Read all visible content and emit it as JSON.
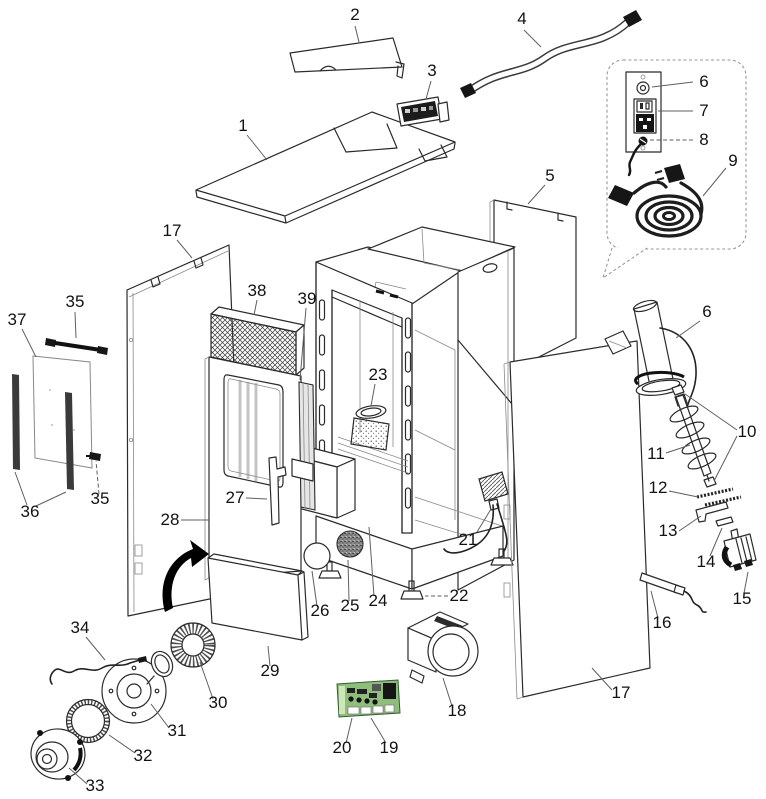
{
  "figure": {
    "kind": "exploded-parts-diagram",
    "background": "#ffffff",
    "line_color": "#2b2b2b",
    "label_color": "#121212",
    "pcb_green": "#8fbd7c"
  },
  "callouts": [
    {
      "label": "2"
    },
    {
      "label": "4"
    },
    {
      "label": "3"
    },
    {
      "label": "6"
    },
    {
      "label": "7"
    },
    {
      "label": "8"
    },
    {
      "label": "9"
    },
    {
      "label": "1"
    },
    {
      "label": "5"
    },
    {
      "label": "17"
    },
    {
      "label": "38"
    },
    {
      "label": "39"
    },
    {
      "label": "35"
    },
    {
      "label": "37"
    },
    {
      "label": "6"
    },
    {
      "label": "23"
    },
    {
      "label": "10"
    },
    {
      "label": "11"
    },
    {
      "label": "12"
    },
    {
      "label": "13"
    },
    {
      "label": "27"
    },
    {
      "label": "14"
    },
    {
      "label": "28"
    },
    {
      "label": "15"
    },
    {
      "label": "21"
    },
    {
      "label": "36"
    },
    {
      "label": "35"
    },
    {
      "label": "16"
    },
    {
      "label": "26"
    },
    {
      "label": "25"
    },
    {
      "label": "24"
    },
    {
      "label": "22"
    },
    {
      "label": "17"
    },
    {
      "label": "34"
    },
    {
      "label": "29"
    },
    {
      "label": "30"
    },
    {
      "label": "18"
    },
    {
      "label": "31"
    },
    {
      "label": "32"
    },
    {
      "label": "19"
    },
    {
      "label": "20"
    },
    {
      "label": "33"
    }
  ]
}
